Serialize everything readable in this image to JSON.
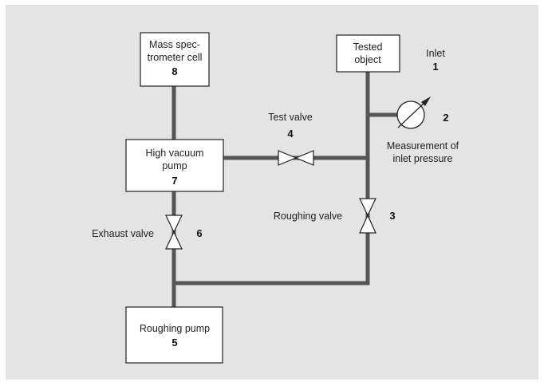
{
  "colors": {
    "panel": "#e4e4e4",
    "pipe": "#555555",
    "box_fill": "#ffffff",
    "stroke": "#222222"
  },
  "components": {
    "mass_spec": {
      "line1": "Mass spec-",
      "line2": "trometer cell",
      "number": "8"
    },
    "tested_object": {
      "line1": "Tested",
      "line2": "object"
    },
    "inlet": {
      "label": "Inlet",
      "number": "1"
    },
    "gauge": {
      "number": "2",
      "label_line1": "Measurement of",
      "label_line2": "inlet pressure",
      "icon": "pressure-gauge-icon"
    },
    "test_valve": {
      "label": "Test valve",
      "number": "4",
      "icon": "valve-icon"
    },
    "hv_pump": {
      "line1": "High vacuum",
      "line2": "pump",
      "number": "7"
    },
    "roughing_valve": {
      "label": "Roughing valve",
      "number": "3",
      "icon": "valve-icon"
    },
    "exhaust_valve": {
      "label": "Exhaust valve",
      "number": "6",
      "icon": "valve-icon"
    },
    "roughing_pump": {
      "line1": "Roughing pump",
      "number": "5"
    }
  }
}
